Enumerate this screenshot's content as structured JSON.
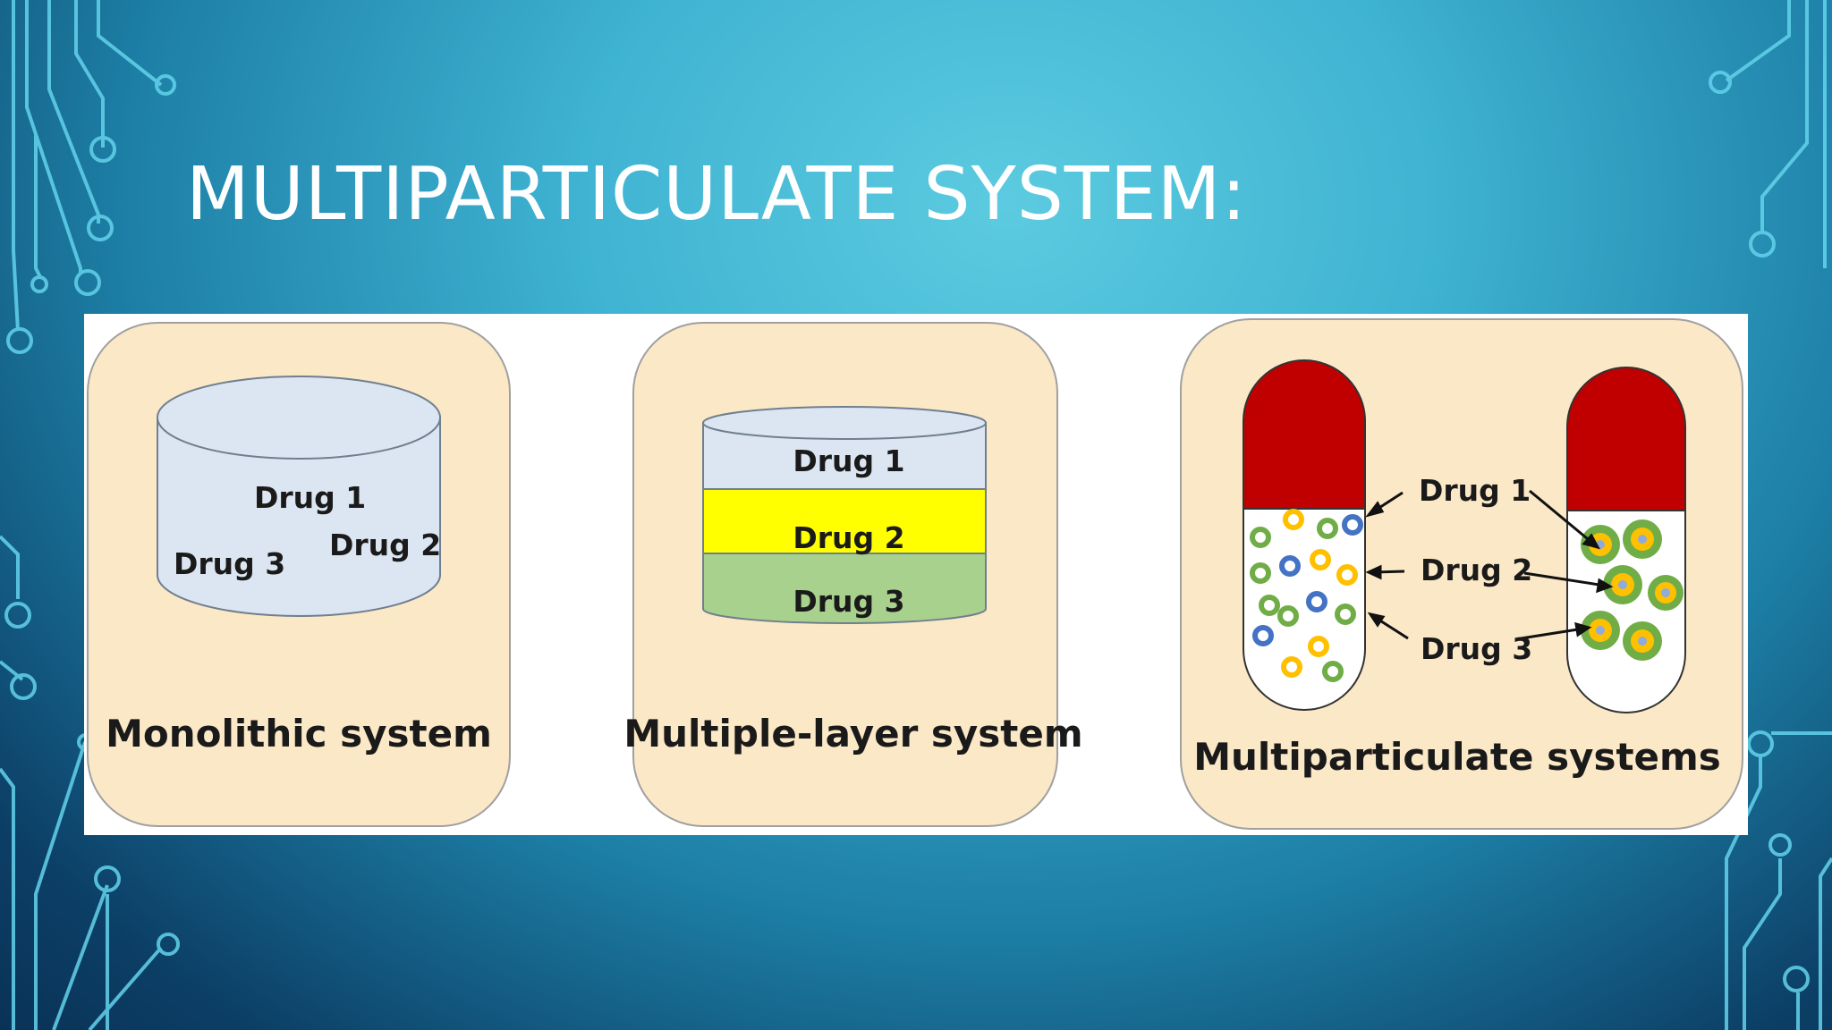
{
  "slide": {
    "title": "MULTIPARTICULATE SYSTEM:"
  },
  "panels": [
    {
      "caption": "Monolithic system",
      "labels": [
        "Drug 1",
        "Drug 2",
        "Drug 3"
      ]
    },
    {
      "caption": "Multiple-layer system",
      "layers": [
        "Drug 1",
        "Drug 2",
        "Drug 3"
      ]
    },
    {
      "caption": "Multiparticulate systems",
      "labels": [
        "Drug 1",
        "Drug 2",
        "Drug 3"
      ]
    }
  ],
  "colors": {
    "panel_fill": "#fbe8c6",
    "cylinder_fill": "#dce6f2",
    "layer_drug1": "#dce6f2",
    "layer_drug2": "#ffff00",
    "layer_drug3": "#a9d18e",
    "capsule_cap": "#c00000",
    "particle_green": "#70ad47",
    "particle_orange": "#ffc000",
    "particle_blue": "#4472c4"
  }
}
